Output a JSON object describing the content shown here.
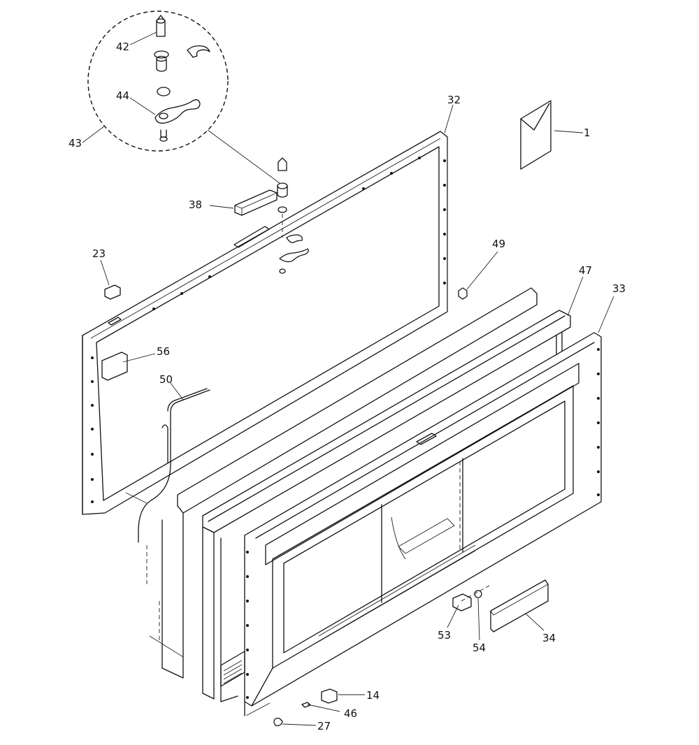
{
  "diagram": {
    "type": "exploded-parts-diagram",
    "callouts": [
      {
        "id": "1",
        "label": "1"
      },
      {
        "id": "14",
        "label": "14"
      },
      {
        "id": "23",
        "label": "23"
      },
      {
        "id": "27",
        "label": "27"
      },
      {
        "id": "32",
        "label": "32"
      },
      {
        "id": "33",
        "label": "33"
      },
      {
        "id": "34",
        "label": "34"
      },
      {
        "id": "38",
        "label": "38"
      },
      {
        "id": "42",
        "label": "42"
      },
      {
        "id": "43",
        "label": "43"
      },
      {
        "id": "44",
        "label": "44"
      },
      {
        "id": "46",
        "label": "46"
      },
      {
        "id": "47",
        "label": "47"
      },
      {
        "id": "49",
        "label": "49"
      },
      {
        "id": "50",
        "label": "50"
      },
      {
        "id": "53",
        "label": "53"
      },
      {
        "id": "54",
        "label": "54"
      },
      {
        "id": "56",
        "label": "56"
      }
    ]
  }
}
